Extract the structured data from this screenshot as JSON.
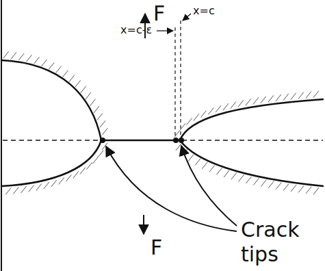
{
  "diagram": {
    "labels": [
      "F",
      "x=c",
      "x=c-ε",
      "F",
      "Crack tips"
    ]
  }
}
